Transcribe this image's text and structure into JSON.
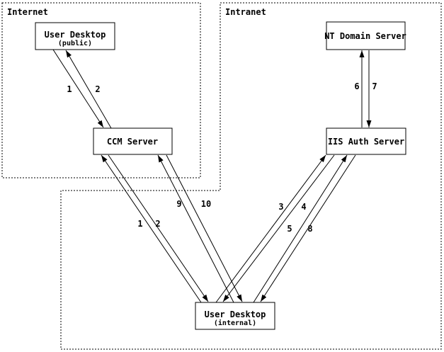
{
  "regions": {
    "internet": {
      "label": "Internet"
    },
    "intranet": {
      "label": "Intranet"
    }
  },
  "nodes": {
    "user_desktop_public": {
      "title": "User Desktop",
      "subtitle": "(public)"
    },
    "ccm_server": {
      "title": "CCM Server"
    },
    "nt_domain_server": {
      "title": "NT Domain Server"
    },
    "iis_auth_server": {
      "title": "IIS Auth Server"
    },
    "user_desktop_internal": {
      "title": "User Desktop",
      "subtitle": "(internal)"
    }
  },
  "edges": {
    "public_1": {
      "label": "1"
    },
    "public_2": {
      "label": "2"
    },
    "internal_1": {
      "label": "1"
    },
    "internal_2": {
      "label": "2"
    },
    "step_3": {
      "label": "3"
    },
    "step_4": {
      "label": "4"
    },
    "step_5": {
      "label": "5"
    },
    "step_6": {
      "label": "6"
    },
    "step_7": {
      "label": "7"
    },
    "step_8": {
      "label": "8"
    },
    "step_9": {
      "label": "9"
    },
    "step_10": {
      "label": "10"
    }
  },
  "colors": {
    "ink": "#000000",
    "background": "#ffffff"
  }
}
